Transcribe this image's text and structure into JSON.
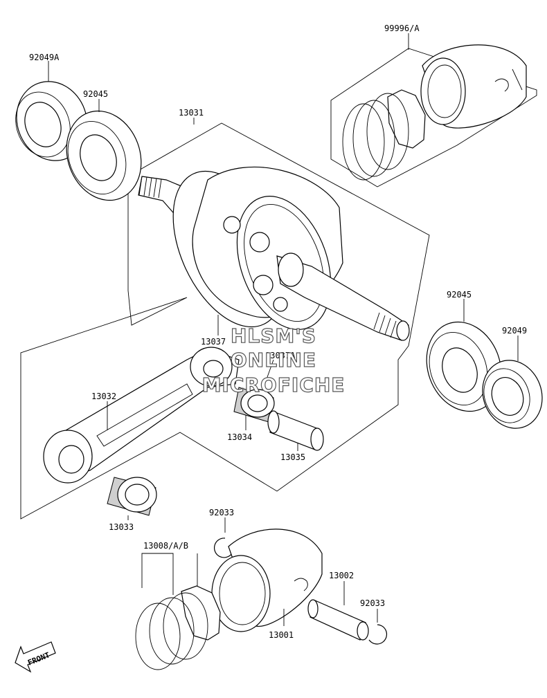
{
  "parts": {
    "p_99996a": "99996/A",
    "p_92049a": "92049A",
    "p_92045_top": "92045",
    "p_13031": "13031",
    "p_92045_right": "92045",
    "p_92049": "92049",
    "p_13037": "13037",
    "p_13037a": "13037A",
    "p_13032": "13032",
    "p_13034": "13034",
    "p_13035": "13035",
    "p_13033": "13033",
    "p_92033_top": "92033",
    "p_13008": "13008/A/B",
    "p_13002": "13002",
    "p_92033_bottom": "92033",
    "p_13001": "13001"
  },
  "watermark": {
    "line1": "HLSM'S",
    "line2": "ONLINE",
    "line3": "MICROFICHE"
  },
  "front_arrow": {
    "label": "FRONT"
  }
}
